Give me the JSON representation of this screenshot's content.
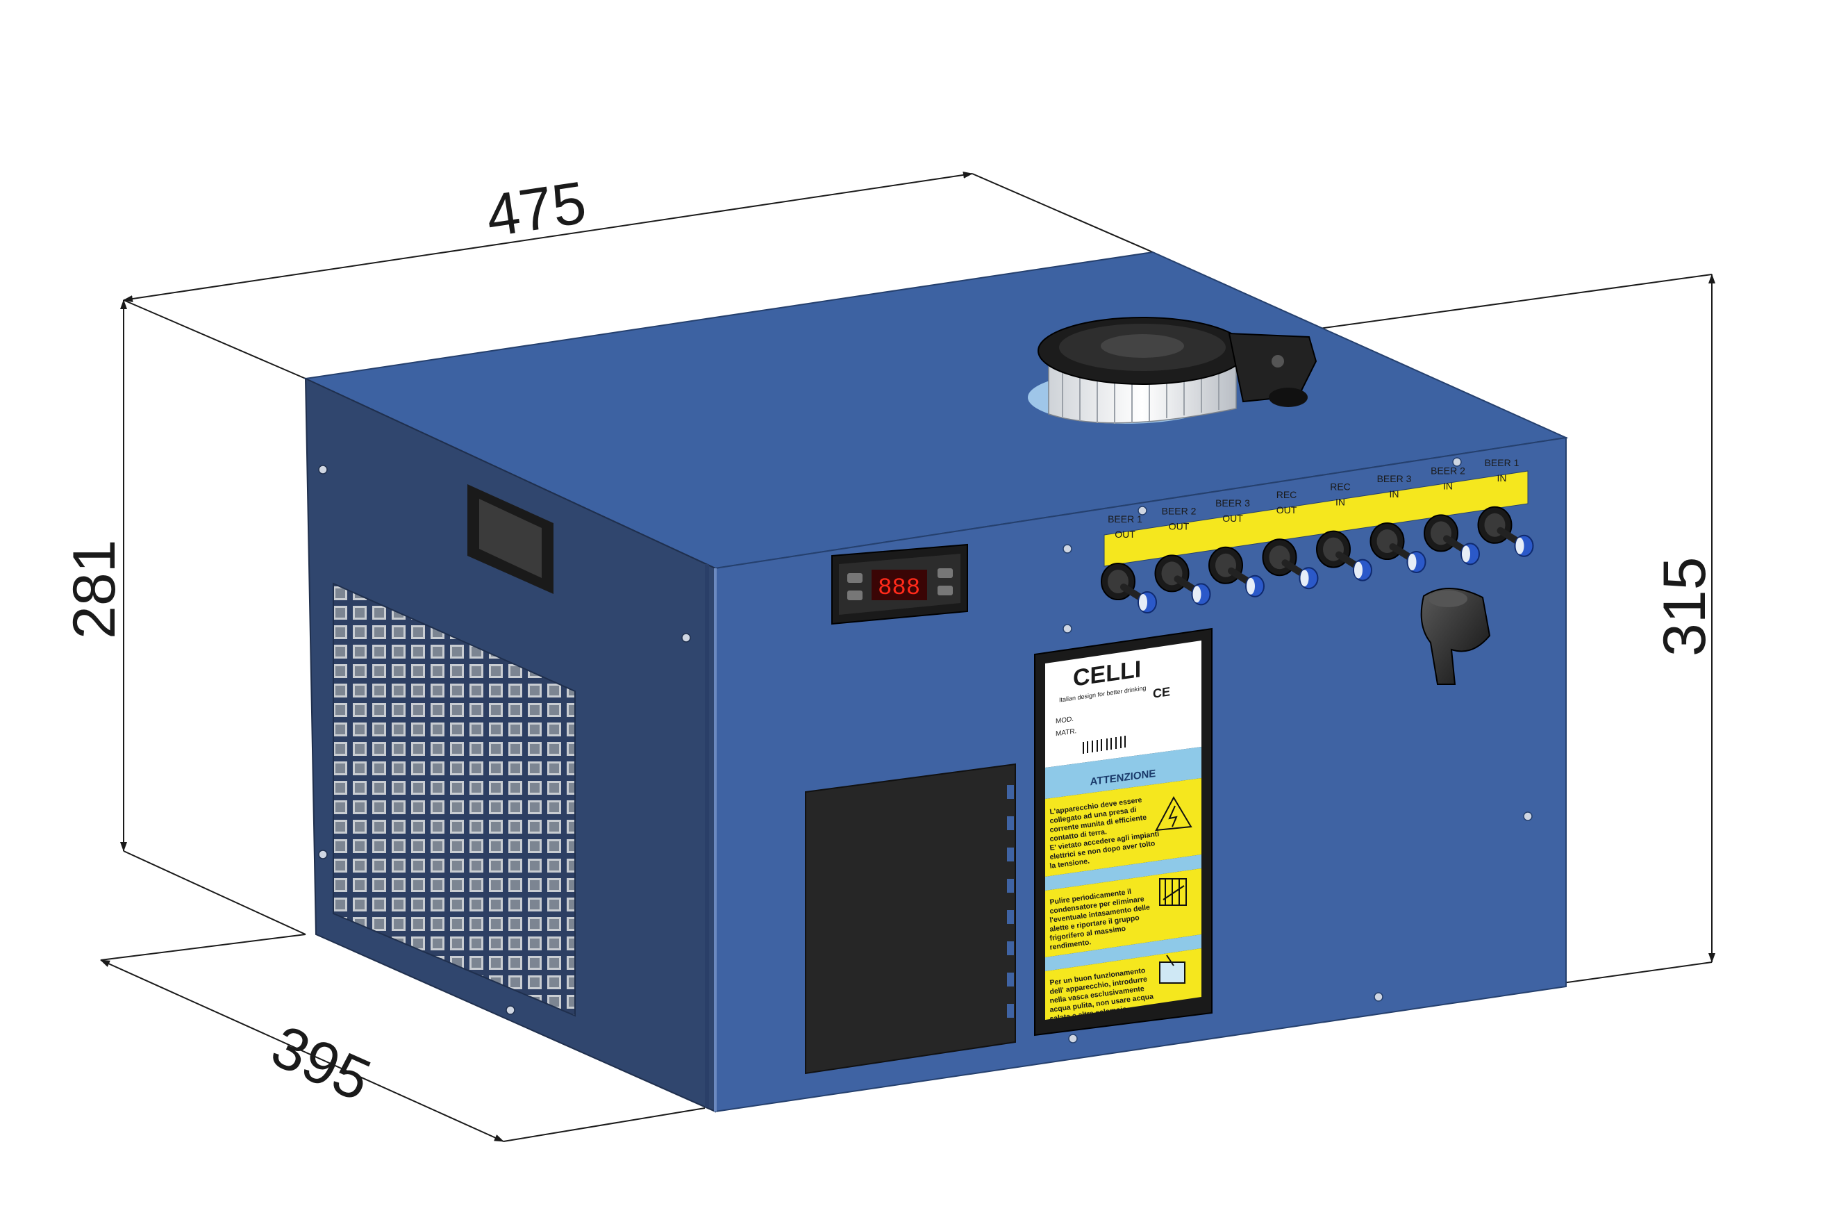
{
  "dimensions": {
    "width": "475",
    "depth": "395",
    "height_left": "281",
    "height_right": "315"
  },
  "connectors": [
    {
      "line1": "BEER  1",
      "line2": "OUT"
    },
    {
      "line1": "BEER  2",
      "line2": "OUT"
    },
    {
      "line1": "BEER  3",
      "line2": "OUT"
    },
    {
      "line1": "REC",
      "line2": "OUT"
    },
    {
      "line1": "REC",
      "line2": "IN"
    },
    {
      "line1": "BEER  3",
      "line2": "IN"
    },
    {
      "line1": "BEER  2",
      "line2": "IN"
    },
    {
      "line1": "BEER  1",
      "line2": "IN"
    }
  ],
  "controller": {
    "display": "888"
  },
  "nameplate": {
    "brand": "CELLI",
    "tagline": "Italian design for better drinking",
    "mod_label": "MOD.",
    "matr_label": "MATR.",
    "ce_mark": "CE"
  },
  "warning": {
    "title": "ATTENZIONE",
    "block1": [
      "L'apparecchio deve essere",
      "collegato ad una presa di",
      "corrente munita di efficiente",
      "contatto di terra.",
      "E' vietato accedere agli impianti",
      "elettrici se non dopo aver tolto",
      "la tensione."
    ],
    "block2": [
      "Pulire periodicamente il",
      "condensatore per eliminare",
      "l'eventuale intasamento delle",
      "alette e riportare il gruppo",
      "frigorifero al massimo",
      "rendimento."
    ],
    "block3": [
      "Per un buon funzionamento",
      "dell' apparecchio, introdurre",
      "nella vasca esclusivamente",
      "acqua pulita, non usare acqua",
      "salata e altre salamoie."
    ]
  },
  "colors": {
    "front": "#3f63a3",
    "side": "#30466e",
    "top": "#3d62a2",
    "label_yellow": "#f5e71e",
    "label_blue": "#8ec9e8"
  }
}
